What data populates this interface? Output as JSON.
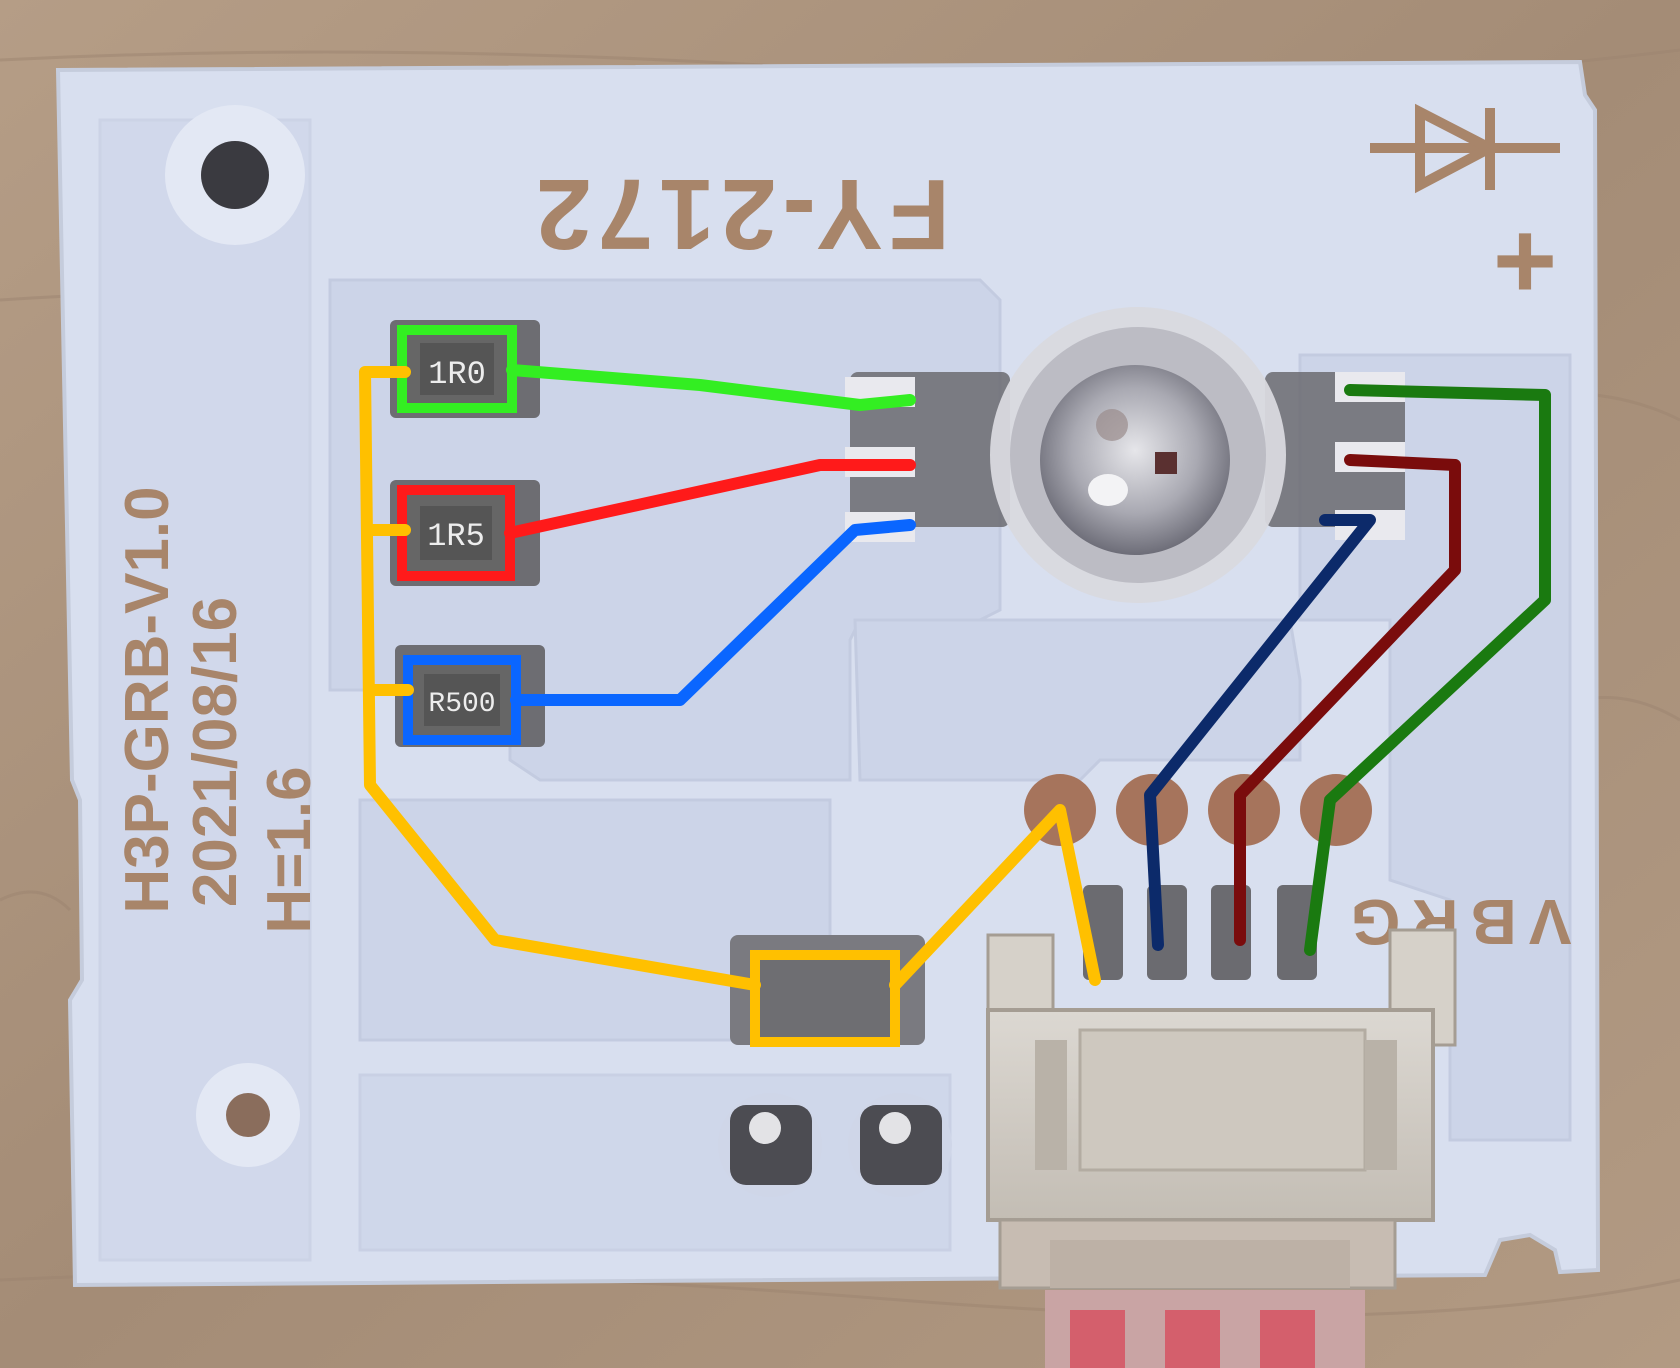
{
  "board": {
    "part_number": "FY-2172",
    "model": "H3P-GRB-V1.0",
    "date": "2021/08/16",
    "thickness": "H=1.6",
    "pin_labels": "VBRG",
    "plus_mark": "+"
  },
  "resistors": [
    {
      "code": "1R0",
      "color": "#33ee22"
    },
    {
      "code": "1R5",
      "color": "#ff1a1a"
    },
    {
      "code": "R500",
      "color": "#0a66ff"
    }
  ],
  "wire_colors": {
    "common": "#ffc000",
    "green_out": "#1a7a10",
    "red_out": "#7a0c0c",
    "blue_out": "#0c2a6a"
  },
  "colors": {
    "pcb": "#d8dfef",
    "pcb_trace": "#c9d1e6",
    "wood": "#a8927c",
    "silk": "#a8856a"
  }
}
